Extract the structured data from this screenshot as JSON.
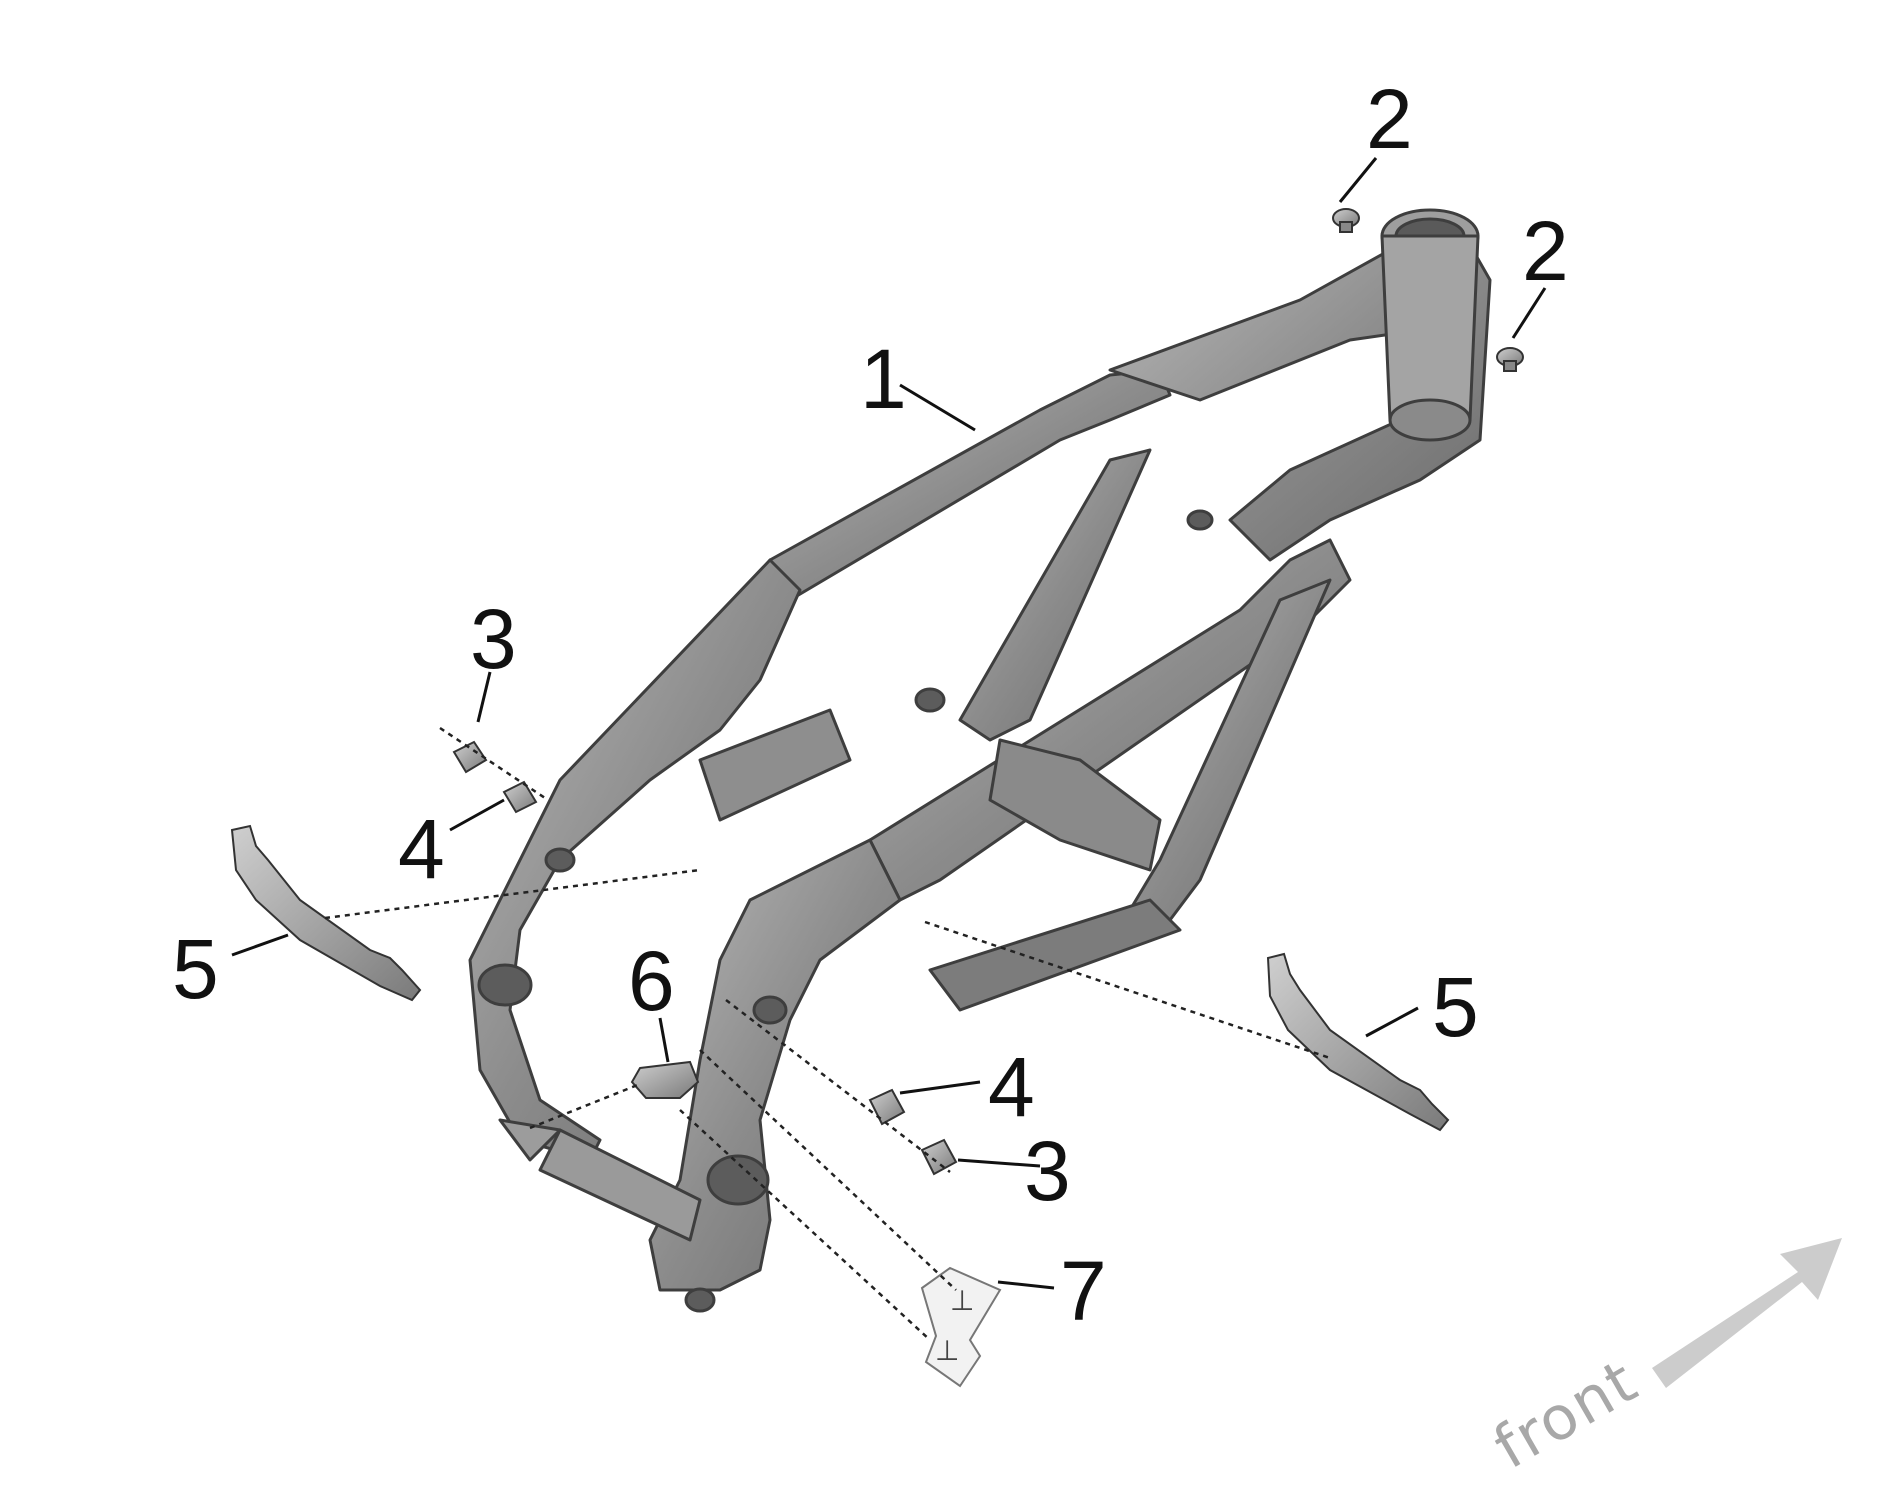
{
  "callouts": {
    "frame": "1",
    "plug_top": "2",
    "plug_right": "2",
    "bushing_left": "3",
    "spacer_left": "4",
    "cover_left": "5",
    "clamp": "6",
    "spacer_right": "4",
    "bushing_right": "3",
    "cover_right": "5",
    "label_sticker": "7"
  },
  "direction": {
    "label": "front",
    "icon": "arrow-icon"
  },
  "colors": {
    "frame_fill": "#8f8f8f",
    "frame_highlight": "#c9c9c9",
    "frame_shadow": "#5e5e5e",
    "line": "#111111",
    "arrow": "#cccccc"
  }
}
